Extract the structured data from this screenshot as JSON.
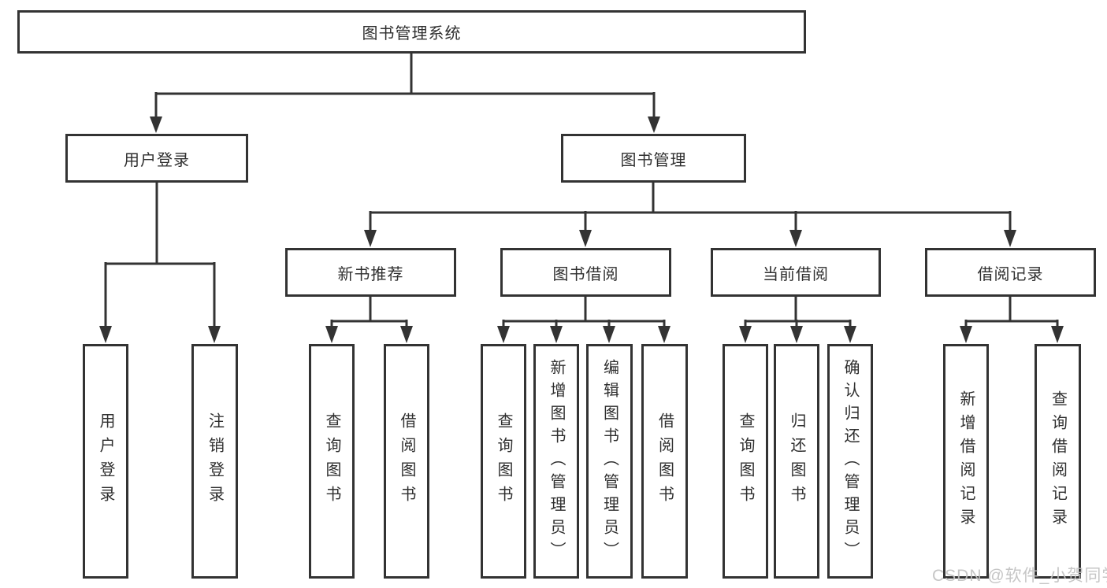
{
  "diagram": {
    "title": "图书管理系统",
    "level2": {
      "user_login": "用户登录",
      "book_management": "图书管理"
    },
    "user_login_children": {
      "user_login": "用户登录",
      "logout_login": "注销登录"
    },
    "book_management_children": {
      "new_book_recommend": "新书推荐",
      "book_borrow": "图书借阅",
      "current_borrow": "当前借阅",
      "borrow_records": "借阅记录"
    },
    "new_book_recommend_children": {
      "query_books": "查询图书",
      "borrow_books": "借阅图书"
    },
    "book_borrow_children": {
      "query_books": "查询图书",
      "add_books": "新增图书（管理员）",
      "edit_books": "编辑图书（管理员）",
      "borrow_books": "借阅图书"
    },
    "current_borrow_children": {
      "query_books": "查询图书",
      "return_books": "归还图书",
      "confirm_return": "确认归还（管理员）"
    },
    "borrow_records_children": {
      "add_borrow_record": "新增借阅记录",
      "query_borrow_record": "查询借阅记录"
    }
  },
  "watermark": "CSDN @软件_小贺同学",
  "colors": {
    "line": "#333333",
    "text": "#2f2f2f",
    "watermark": "#c1c1c1"
  }
}
